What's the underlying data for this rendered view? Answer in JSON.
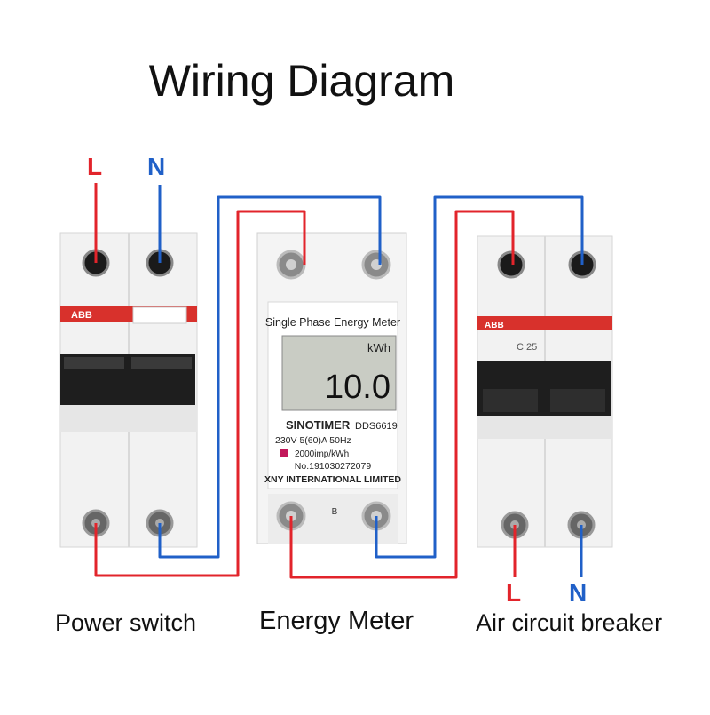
{
  "title": "Wiring Diagram",
  "colors": {
    "live": "#e2242b",
    "neutral": "#2060c8",
    "breaker_red": "#d8312c",
    "lcd": "#c9ccc4"
  },
  "top_labels": {
    "live": "L",
    "neutral": "N"
  },
  "bottom_labels": {
    "live": "L",
    "neutral": "N"
  },
  "devices": {
    "power_switch": {
      "caption": "Power switch",
      "brand": "ABB"
    },
    "energy_meter": {
      "caption": "Energy Meter",
      "header": "Single Phase Energy Meter",
      "unit": "kWh",
      "reading": "10.0",
      "brand": "SINOTIMER",
      "model": "DDS6619",
      "rating": "230V  5(60)A 50Hz",
      "impulse": "2000imp/kWh",
      "serial": "No.191030272079",
      "maker": "XNY INTERNATIONAL LIMITED",
      "terminal_mark": "B"
    },
    "air_circuit_breaker": {
      "caption": "Air circuit breaker",
      "brand": "ABB",
      "model_code": "C 25"
    }
  }
}
